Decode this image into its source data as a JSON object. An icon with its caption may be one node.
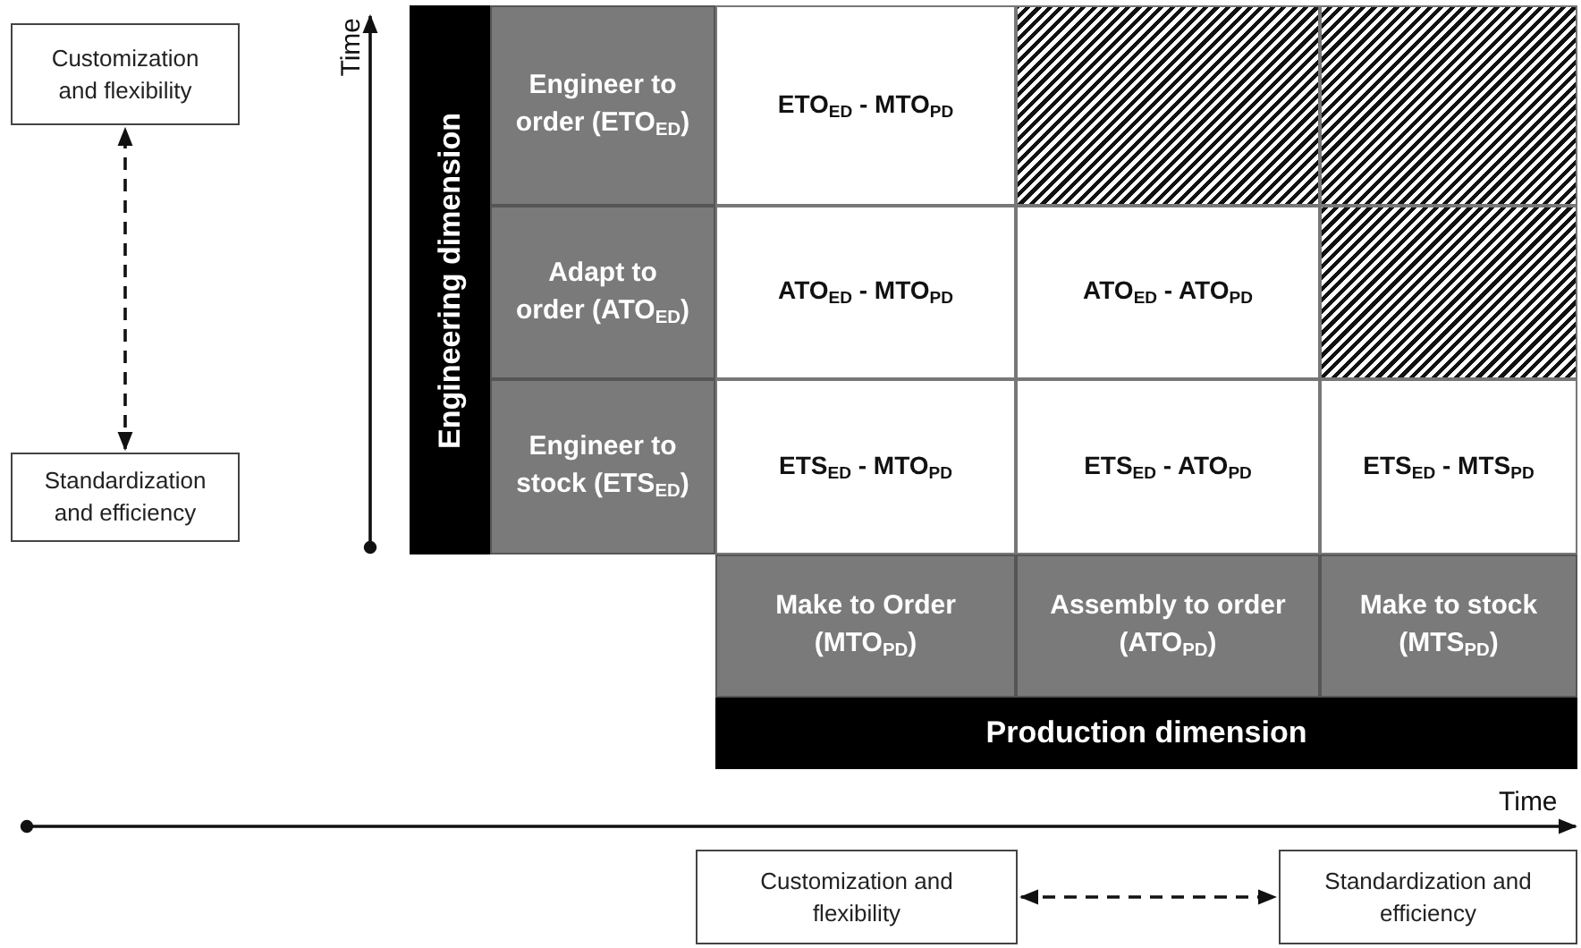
{
  "diagram": {
    "nodes": [
      {
        "text": [
          "Customization and flexibility"
        ]
      },
      {
        "text": [
          "Standardization and efficiency"
        ]
      },
      {
        "text": [
          "Engineering dimension"
        ]
      },
      {
        "text": [
          "Engineer to order (ETO$_{ED}$)"
        ]
      },
      {
        "text": [
          "ETO$_{ED}$ - MTO$_{PD}$"
        ]
      },
      {
        "text": [],
        "shape": "box"
      },
      {
        "text": [],
        "shape": "box"
      },
      {
        "text": [
          "Adapt to order (ATO$_{ED}$)"
        ]
      },
      {
        "text": [
          "ATO$_{ED}$ - MTO$_{PD}$"
        ]
      },
      {
        "text": [
          "ATO$_{ED}$ - ATO$_{PD}$"
        ]
      },
      {
        "text": [],
        "shape": "box"
      },
      {
        "text": [
          "Engineer to stock (ETS$_{ED}$)"
        ]
      },
      {
        "text": [
          "ETS$_{ED}$ - MTO$_{PD}$"
        ]
      },
      {
        "text": [
          "ETS$_{ED}$ - ATO$_{PD}$"
        ]
      },
      {
        "text": [
          "ETS$_{ED}$ - MTS$_{PD}$"
        ]
      },
      {
        "text": [
          "Make to Order (MTO$_{PD}$)"
        ]
      },
      {
        "text": [
          "Assembly to order (ATO$_{PD}$)"
        ]
      },
      {
        "text": [
          "Make to stock (MTS$_{PD}$)"
        ]
      },
      {
        "text": [
          "Production dimension"
        ]
      },
      {
        "text": [
          "Customization and flexibility"
        ]
      },
      {
        "text": [
          "Standardization and efficiency"
        ]
      }
    ],
    "edges": [
      {
        "from": 1,
        "to": 0,
        "arrow": "both",
        "style": "dashed"
      },
      {
        "from": 19,
        "to": 20,
        "arrow": "both",
        "style": "dashed"
      }
    ],
    "labels": [
      "Time",
      "Time"
    ]
  }
}
